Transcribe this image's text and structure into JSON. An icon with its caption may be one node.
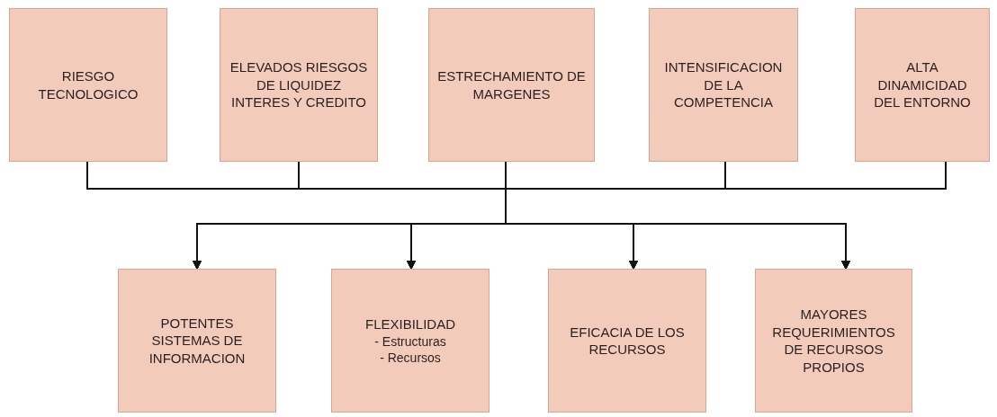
{
  "diagram": {
    "nodes": [
      {
        "text": [
          "RIESGO TECNOLOGICO"
        ]
      },
      {
        "text": [
          "ELEVADOS RIESGOS DE LIQUIDEZ INTERES Y CREDITO"
        ]
      },
      {
        "text": [
          "ESTRECHAMIENTO DE MARGENES"
        ]
      },
      {
        "text": [
          "INTENSIFICACION DE LA COMPETENCIA"
        ]
      },
      {
        "text": [
          "ALTA DINAMICIDAD DEL ENTORNO"
        ]
      },
      {
        "text": [
          "POTENTES SISTEMAS DE INFORMACION"
        ]
      },
      {
        "text": [
          "FLEXIBILIDAD",
          "- Estructuras",
          "- Recursos"
        ]
      },
      {
        "text": [
          "EFICACIA DE LOS RECURSOS"
        ]
      },
      {
        "text": [
          "MAYORES REQUERIMIENTOS DE RECURSOS PROPIOS"
        ]
      }
    ],
    "edges": [
      {
        "from": 0,
        "to": 5,
        "arrow": "to"
      },
      {
        "from": 0,
        "to": 6,
        "arrow": "to"
      },
      {
        "from": 0,
        "to": 7,
        "arrow": "to"
      },
      {
        "from": 0,
        "to": 8,
        "arrow": "to"
      },
      {
        "from": 1,
        "to": 5,
        "arrow": "to"
      },
      {
        "from": 1,
        "to": 6,
        "arrow": "to"
      },
      {
        "from": 1,
        "to": 7,
        "arrow": "to"
      },
      {
        "from": 1,
        "to": 8,
        "arrow": "to"
      },
      {
        "from": 2,
        "to": 5,
        "arrow": "to"
      },
      {
        "from": 2,
        "to": 6,
        "arrow": "to"
      },
      {
        "from": 2,
        "to": 7,
        "arrow": "to"
      },
      {
        "from": 2,
        "to": 8,
        "arrow": "to"
      },
      {
        "from": 3,
        "to": 5,
        "arrow": "to"
      },
      {
        "from": 3,
        "to": 6,
        "arrow": "to"
      },
      {
        "from": 3,
        "to": 7,
        "arrow": "to"
      },
      {
        "from": 3,
        "to": 8,
        "arrow": "to"
      },
      {
        "from": 4,
        "to": 5,
        "arrow": "to"
      },
      {
        "from": 4,
        "to": 6,
        "arrow": "to"
      },
      {
        "from": 4,
        "to": 7,
        "arrow": "to"
      },
      {
        "from": 4,
        "to": 8,
        "arrow": "to"
      }
    ]
  }
}
